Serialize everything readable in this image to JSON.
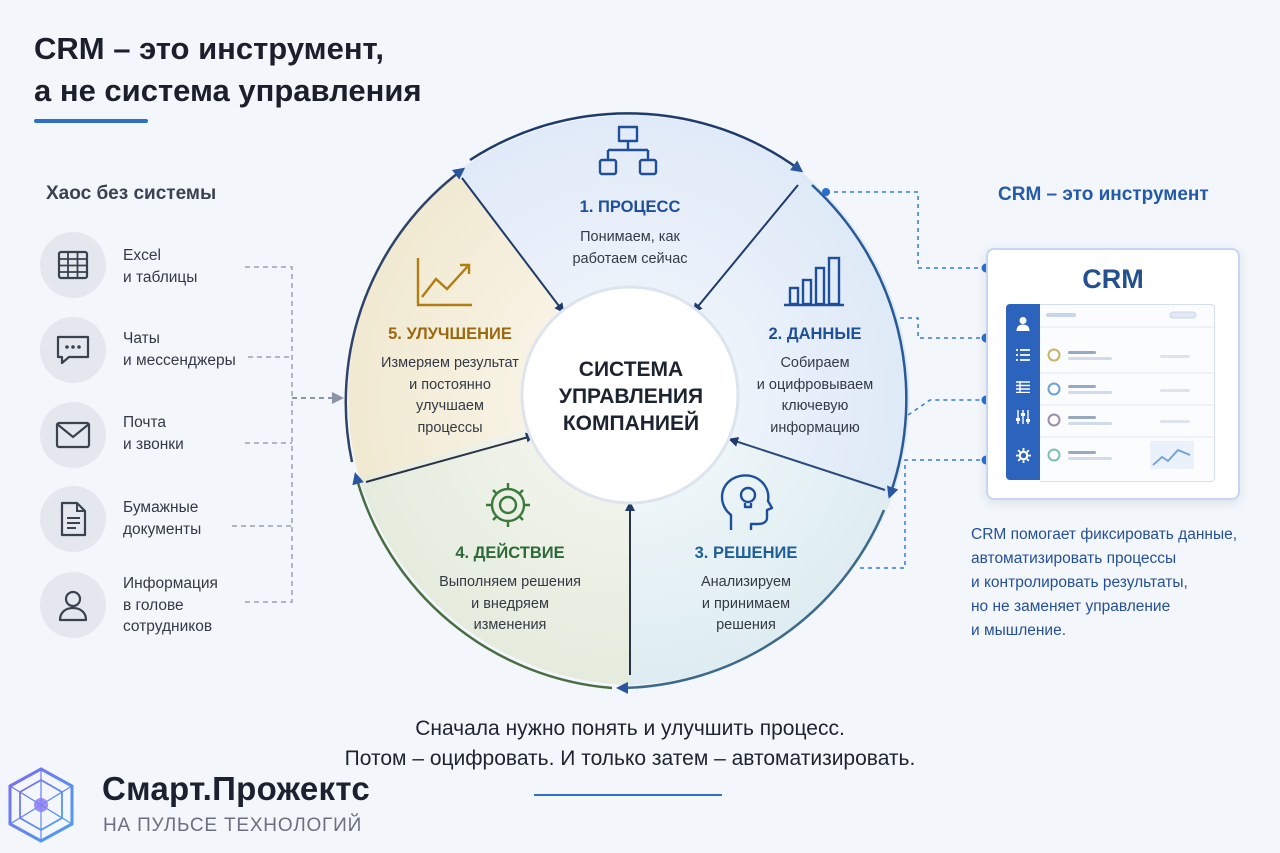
{
  "title": {
    "line1": "CRM – это инструмент,",
    "line2": "а не система управления"
  },
  "chaos": {
    "heading": "Хаос без системы",
    "items": [
      {
        "icon": "spreadsheet-icon",
        "line1": "Excel",
        "line2": "и таблицы",
        "line3": ""
      },
      {
        "icon": "chat-icon",
        "line1": "Чаты",
        "line2": "и мессенджеры",
        "line3": ""
      },
      {
        "icon": "mail-icon",
        "line1": "Почта",
        "line2": "и звонки",
        "line3": ""
      },
      {
        "icon": "document-icon",
        "line1": "Бумажные",
        "line2": "документы",
        "line3": ""
      },
      {
        "icon": "person-icon",
        "line1": "Информация",
        "line2": "в голове",
        "line3": "сотрудников"
      }
    ]
  },
  "cycle": {
    "center": {
      "line1": "СИСТЕМА",
      "line2": "УПРАВЛЕНИЯ",
      "line3": "КОМПАНИЕЙ"
    },
    "segments": [
      {
        "icon": "flowchart-icon",
        "title": "1. ПРОЦЕСС",
        "color": "#1f4f9a",
        "desc": [
          "Понимаем, как",
          "работаем сейчас"
        ]
      },
      {
        "icon": "bar-chart-icon",
        "title": "2. ДАННЫЕ",
        "color": "#1f4f9a",
        "desc": [
          "Собираем",
          "и оцифровываем",
          "ключевую",
          "информацию"
        ]
      },
      {
        "icon": "lightbulb-head-icon",
        "title": "3. РЕШЕНИЕ",
        "color": "#1f5f9a",
        "desc": [
          "Анализируем",
          "и принимаем",
          "решения"
        ]
      },
      {
        "icon": "gear-icon",
        "title": "4. ДЕЙСТВИЕ",
        "color": "#2f6a3a",
        "desc": [
          "Выполняем решения",
          "и внедряем",
          "изменения"
        ]
      },
      {
        "icon": "growth-chart-icon",
        "title": "5. УЛУЧШЕНИЕ",
        "color": "#9a6a12",
        "desc": [
          "Измеряем результат",
          "и постоянно",
          "улучшаем",
          "процессы"
        ]
      }
    ]
  },
  "crm": {
    "heading": "CRM – это инструмент",
    "card_title": "CRM",
    "description": [
      "CRM помогает фиксировать данные,",
      "автоматизировать процессы",
      "и контролировать результаты,",
      "но не заменяет управление",
      "и мышление."
    ]
  },
  "bottom": {
    "line1": "Сначала нужно понять и улучшить процесс.",
    "line2": "Потом – оцифровать. И только затем – автоматизировать."
  },
  "brand": {
    "name": "Смарт.Прожектс",
    "tagline": "НА ПУЛЬСЕ ТЕХНОЛОГИЙ"
  }
}
